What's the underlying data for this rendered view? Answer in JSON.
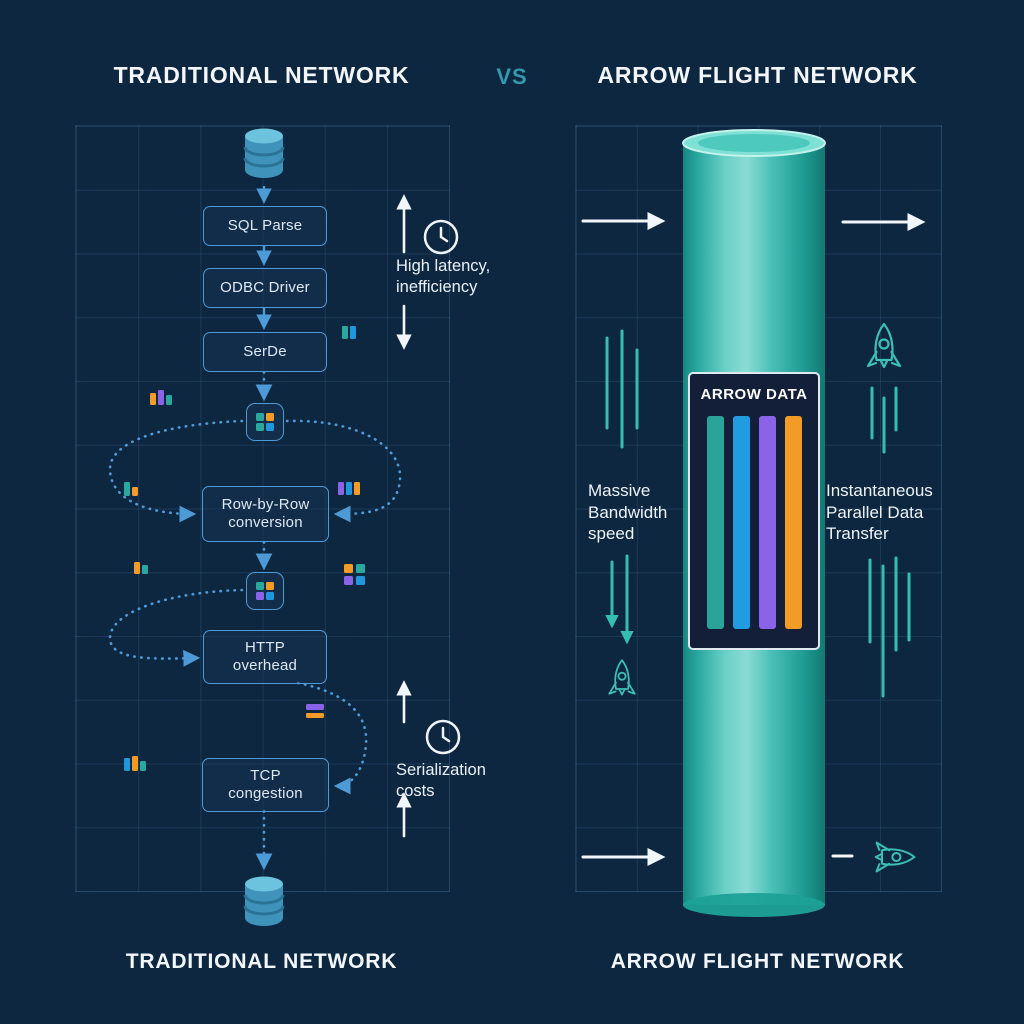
{
  "title": "Traditional Network vs Arrow Flight Network comparison diagram",
  "header": {
    "left": "TRADITIONAL NETWORK",
    "vs": "VS",
    "right": "ARROW FLIGHT NETWORK"
  },
  "footer": {
    "left": "TRADITIONAL NETWORK",
    "right": "ARROW FLIGHT NETWORK"
  },
  "left": {
    "nodes": [
      {
        "label": "SQL Parse"
      },
      {
        "label": "ODBC Driver"
      },
      {
        "label": "SerDe"
      },
      {
        "label": "Row-by-Row\nconversion"
      },
      {
        "label": "HTTP\noverhead"
      },
      {
        "label": "TCP\ncongestion"
      }
    ],
    "annotations": [
      {
        "label": "High latency,\ninefficiency"
      },
      {
        "label": "Serialization\ncosts"
      }
    ],
    "icons": [
      "database-icon",
      "clock-icon",
      "table-icon",
      "data-chip-icon",
      "up-arrow-icon",
      "down-arrow-icon"
    ]
  },
  "right": {
    "pipe_label": "ARROW DATA",
    "captions": {
      "left": "Massive\nBandwidth\nspeed",
      "right": "Instantaneous\nParallel Data\nTransfer"
    },
    "icons": [
      "pipe-icon",
      "rocket-icon",
      "speed-lines-icon",
      "arrow-right-icon"
    ]
  },
  "colors": {
    "background": "#0e2741",
    "grid_line": "rgba(96,148,198,0.16)",
    "node_border_blue": "#4e9ad6",
    "accent_teal": "#2fbdb3",
    "vs_teal": "#3598ad",
    "white_text": "#f3f7fb",
    "arrow_data_bars": [
      "#2aa398",
      "#1f9de0",
      "#8a63e8",
      "#f29b27"
    ]
  }
}
